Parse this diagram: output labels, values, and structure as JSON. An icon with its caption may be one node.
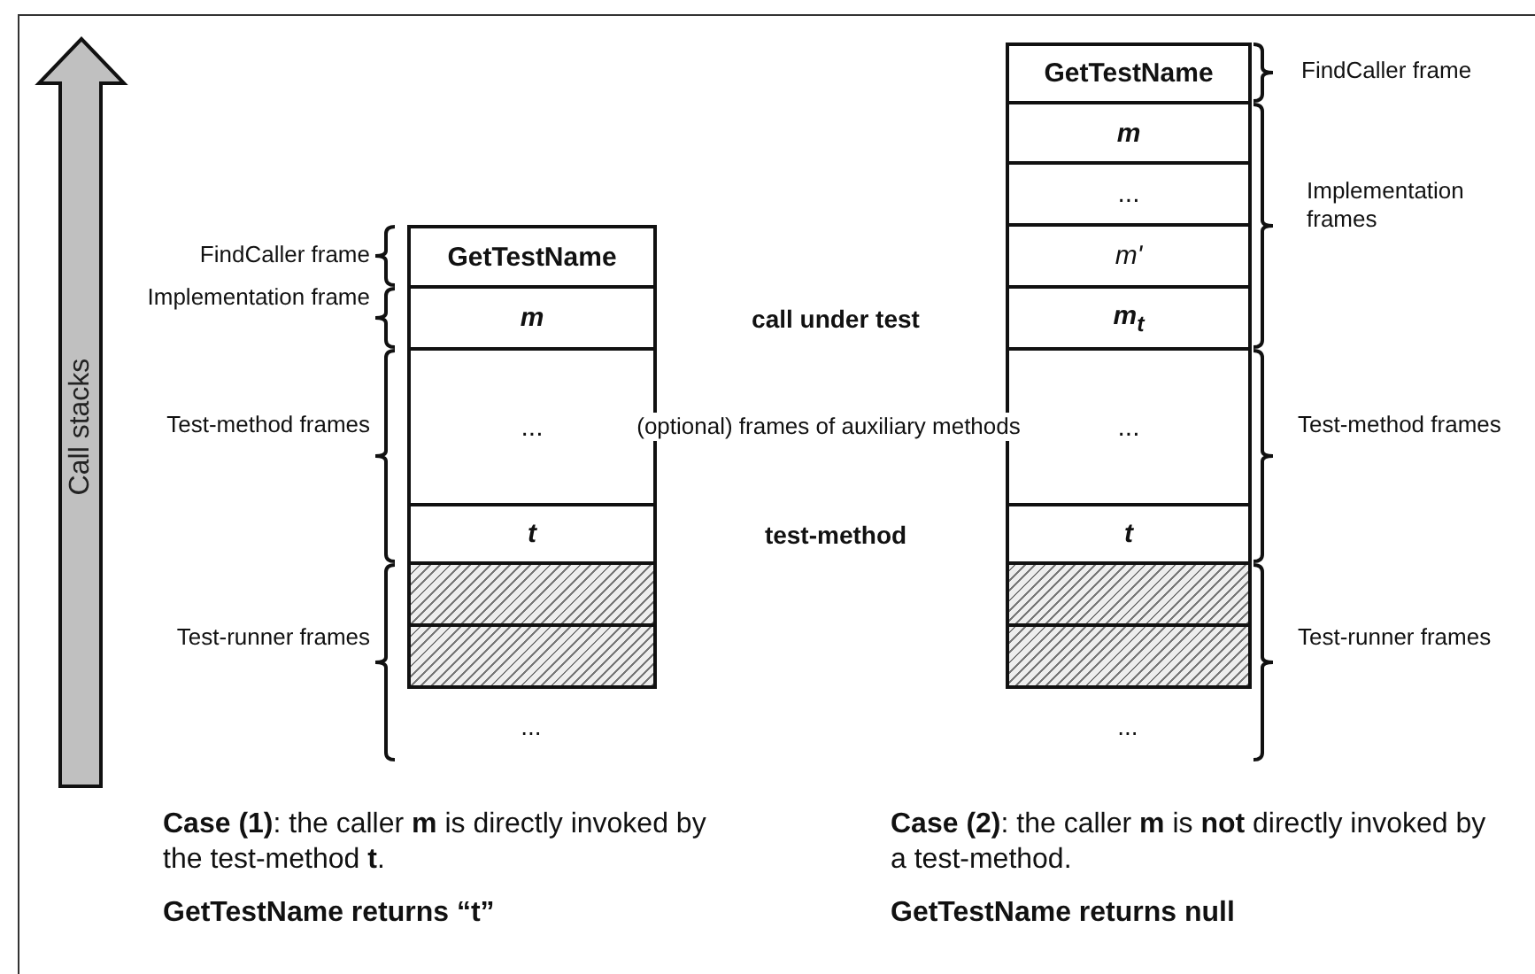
{
  "diagram": {
    "nodes": [
      {
        "text": [
          "GetTestName"
        ]
      },
      {
        "text": [
          "m"
        ]
      },
      {
        "text": [
          "..."
        ]
      },
      {
        "text": [
          "t"
        ]
      },
      {
        "text": [],
        "shape": "box"
      },
      {
        "text": [],
        "shape": "box"
      },
      {
        "text": [
          "GetTestName"
        ]
      },
      {
        "text": [
          "m"
        ]
      },
      {
        "text": [
          "..."
        ]
      },
      {
        "text": [
          "m'"
        ]
      },
      {
        "text": [
          "m$_{t}$"
        ]
      },
      {
        "text": [
          "..."
        ]
      },
      {
        "text": [
          "t"
        ]
      },
      {
        "text": [],
        "shape": "box"
      },
      {
        "text": [],
        "shape": "box"
      }
    ],
    "labels": [
      "FindCaller frame",
      "Implementation frames",
      "FindCaller frame",
      "Implementation frame",
      "call under test",
      "Call stacks",
      "Test-method frames",
      "(optional) frames of auxiliary methods",
      "Test-method frames",
      "test-method",
      "Test-runner frames",
      "Test-runner frames",
      "...",
      "...",
      "**Case (1)**: the caller **m** is directly invoked by the test-method **t**.",
      "GetTestName returns “t”",
      "**Case (2)**: the caller **m** is **not** directly invoked by a test-method.",
      "GetTestName returns null"
    ]
  }
}
